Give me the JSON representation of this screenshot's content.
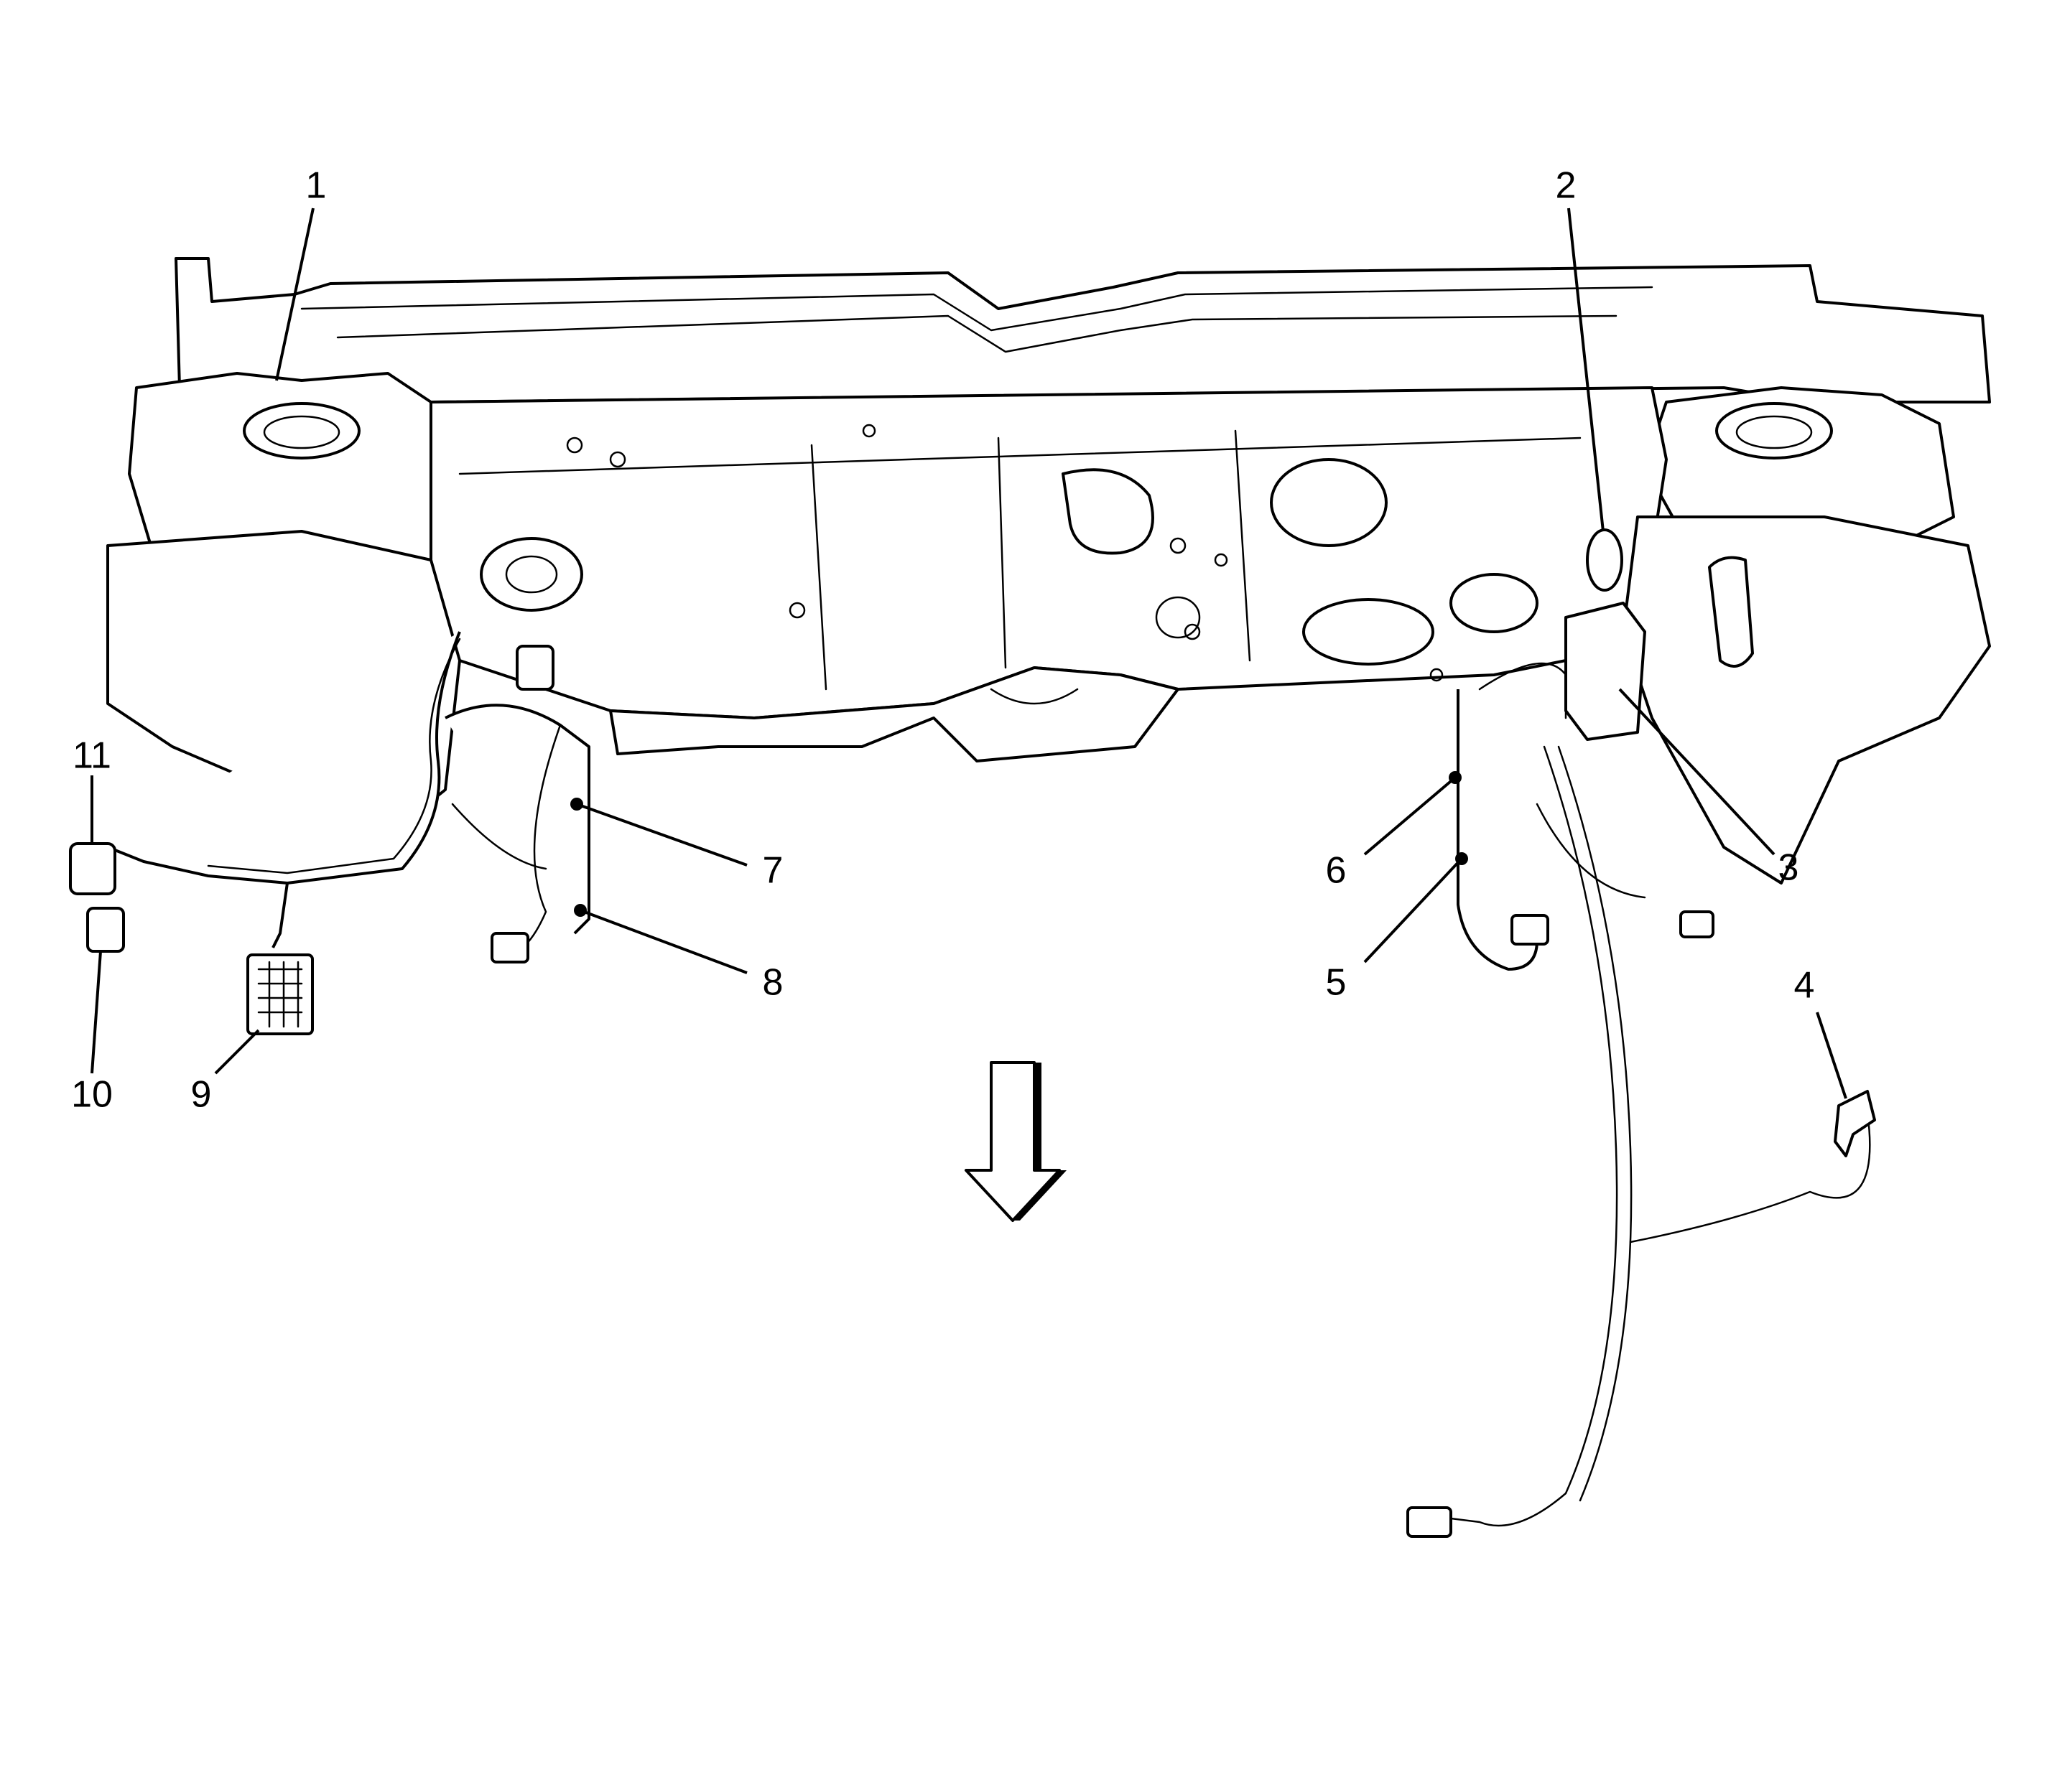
{
  "callouts": [
    {
      "id": "1",
      "label": "1"
    },
    {
      "id": "2",
      "label": "2"
    },
    {
      "id": "3",
      "label": "3"
    },
    {
      "id": "4",
      "label": "4"
    },
    {
      "id": "5",
      "label": "5"
    },
    {
      "id": "6",
      "label": "6"
    },
    {
      "id": "7",
      "label": "7"
    },
    {
      "id": "8",
      "label": "8"
    },
    {
      "id": "9",
      "label": "9"
    },
    {
      "id": "10",
      "label": "10"
    },
    {
      "id": "11",
      "label": "11"
    }
  ],
  "direction_arrow": {
    "orientation": "down"
  }
}
